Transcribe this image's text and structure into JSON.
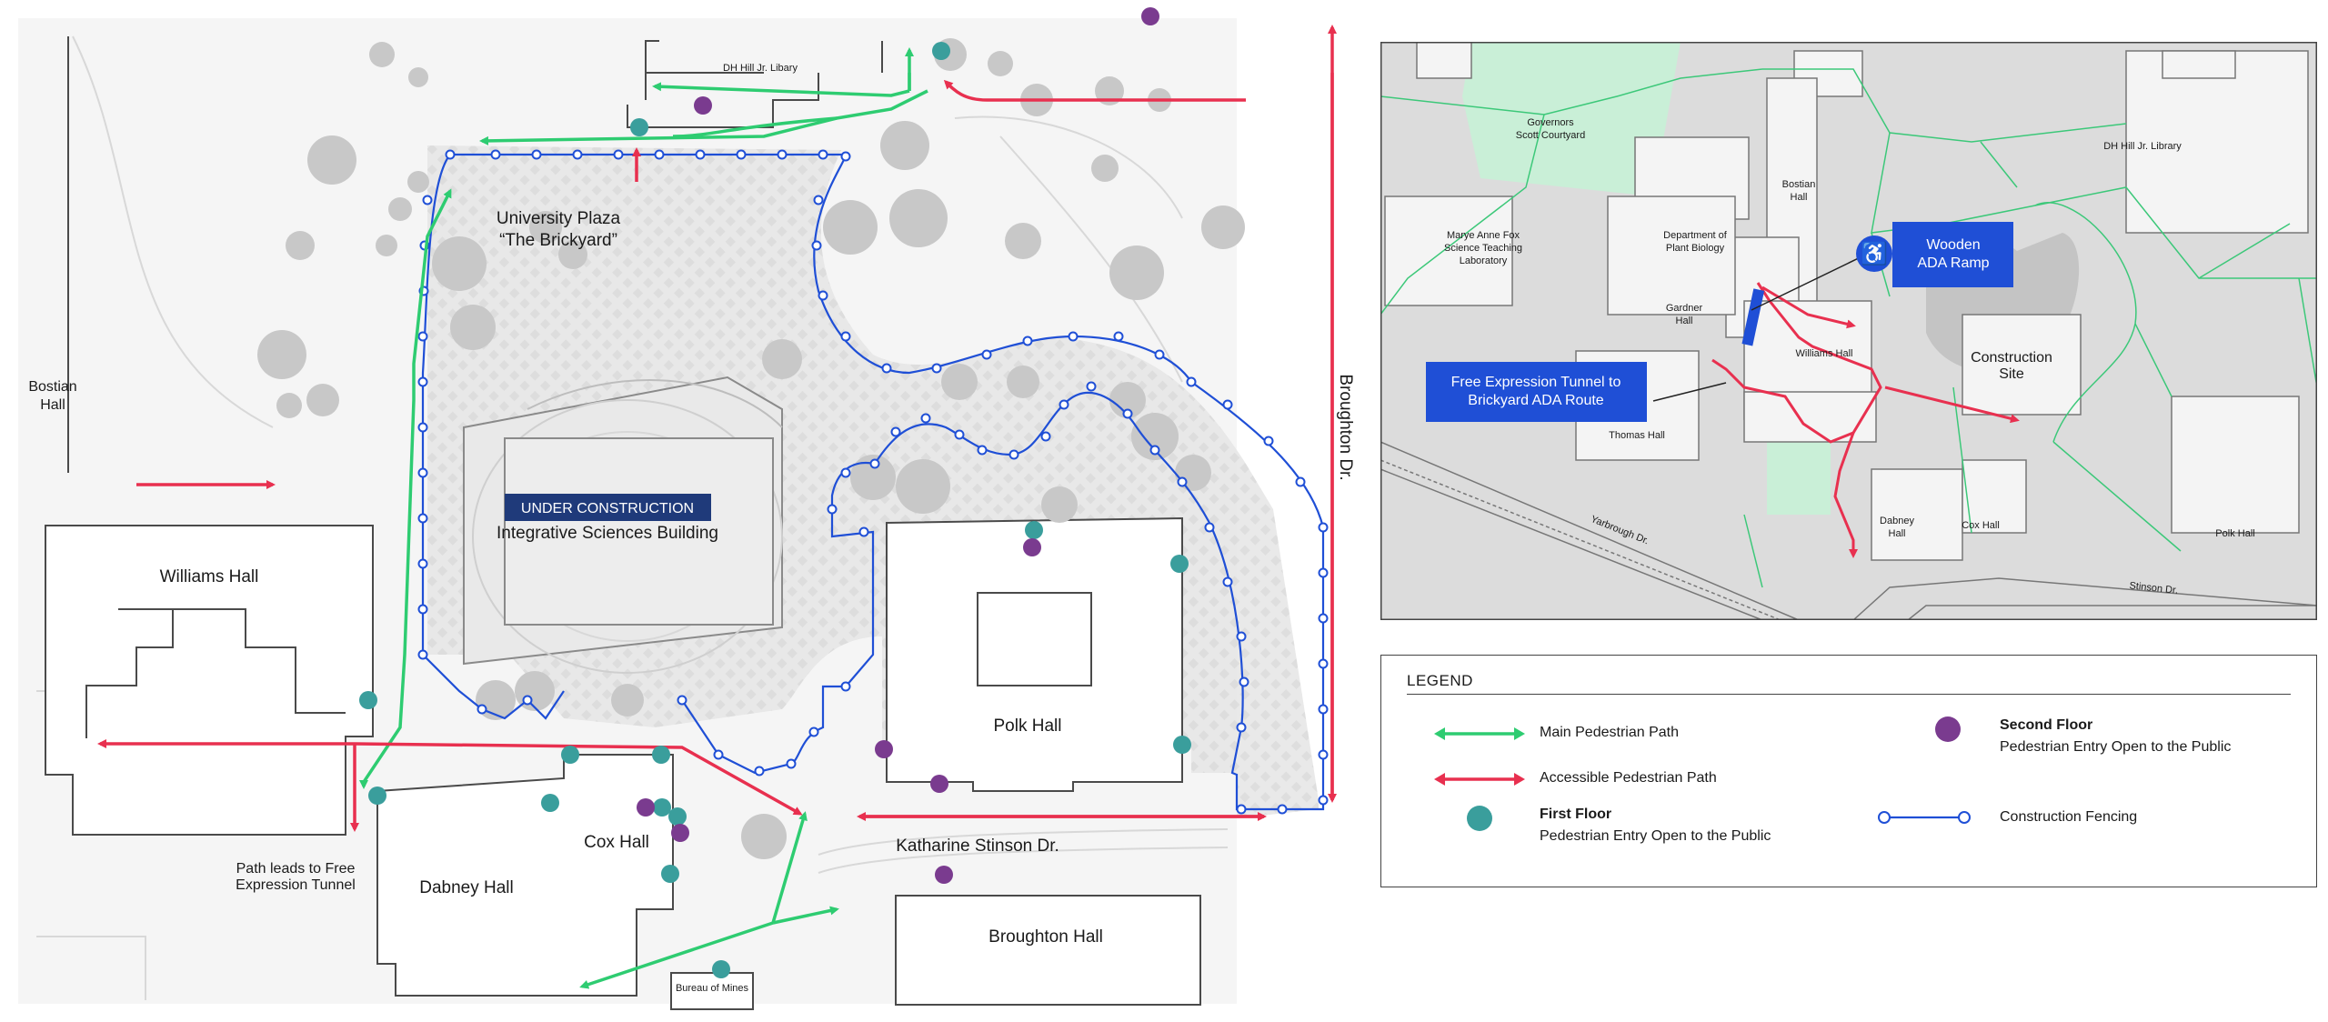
{
  "colors": {
    "main_path": "#2ecc71",
    "accessible_path": "#e8304f",
    "first_floor": "#3a9e9c",
    "second_floor": "#7a3b8f",
    "fencing": "#1f4fd6",
    "callout_blue": "#1f4fd6",
    "construction_banner": "#1f3a7a",
    "green_space": "#c9efd7"
  },
  "main_map": {
    "buildings": {
      "dh_hill": "DH Hill Jr. Libary",
      "university_plaza_line1": "University Plaza",
      "university_plaza_line2": "“The Brickyard”",
      "bostian_line1": "Bostian",
      "bostian_line2": "Hall",
      "williams": "Williams Hall",
      "dabney": "Dabney Hall",
      "cox": "Cox Hall",
      "polk": "Polk Hall",
      "broughton": "Broughton Hall",
      "bureau_of_mines": "Bureau of Mines",
      "isb": "Integrative Sciences Building"
    },
    "banner": "UNDER CONSTRUCTION",
    "streets": {
      "katharine_stinson": "Katharine Stinson  Dr.",
      "broughton_dr": "Broughton Dr."
    },
    "note_line1": "Path leads to Free",
    "note_line2": "Expression Tunnel",
    "icons": [
      "first-floor-entry-dot",
      "second-floor-entry-dot",
      "tree-icon"
    ]
  },
  "inset_map": {
    "labels": {
      "governors_line1": "Governors",
      "governors_line2": "Scott Courtyard",
      "dh_hill": "DH Hill Jr. Library",
      "marye_line1": "Marye Anne Fox",
      "marye_line2": "Science Teaching",
      "marye_line3": "Laboratory",
      "plant_bio_line1": "Department of",
      "plant_bio_line2": "Plant Biology",
      "bostian_line1": "Bostian",
      "bostian_line2": "Hall",
      "gardner_line1": "Gardner",
      "gardner_line2": "Hall",
      "williams": "Williams Hall",
      "thomas": "Thomas Hall",
      "construction_line1": "Construction",
      "construction_line2": "Site",
      "dabney_line1": "Dabney",
      "dabney_line2": "Hall",
      "cox": "Cox Hall",
      "polk": "Polk Hall",
      "yarbrough": "Yarbrough Dr.",
      "stinson": "Stinson Dr."
    },
    "callout_ramp_line1": "Wooden",
    "callout_ramp_line2": "ADA Ramp",
    "callout_tunnel_line1": "Free Expression Tunnel to",
    "callout_tunnel_line2": "Brickyard ADA Route",
    "icons": [
      "wheelchair-icon"
    ]
  },
  "legend": {
    "title": "LEGEND",
    "main_path": "Main Pedestrian Path",
    "accessible_path": "Accessible Pedestrian Path",
    "first_floor_title": "First Floor",
    "first_floor_desc": "Pedestrian Entry Open to the Public",
    "second_floor_title": "Second Floor",
    "second_floor_desc": "Pedestrian Entry Open to the Public",
    "fencing": "Construction Fencing"
  }
}
